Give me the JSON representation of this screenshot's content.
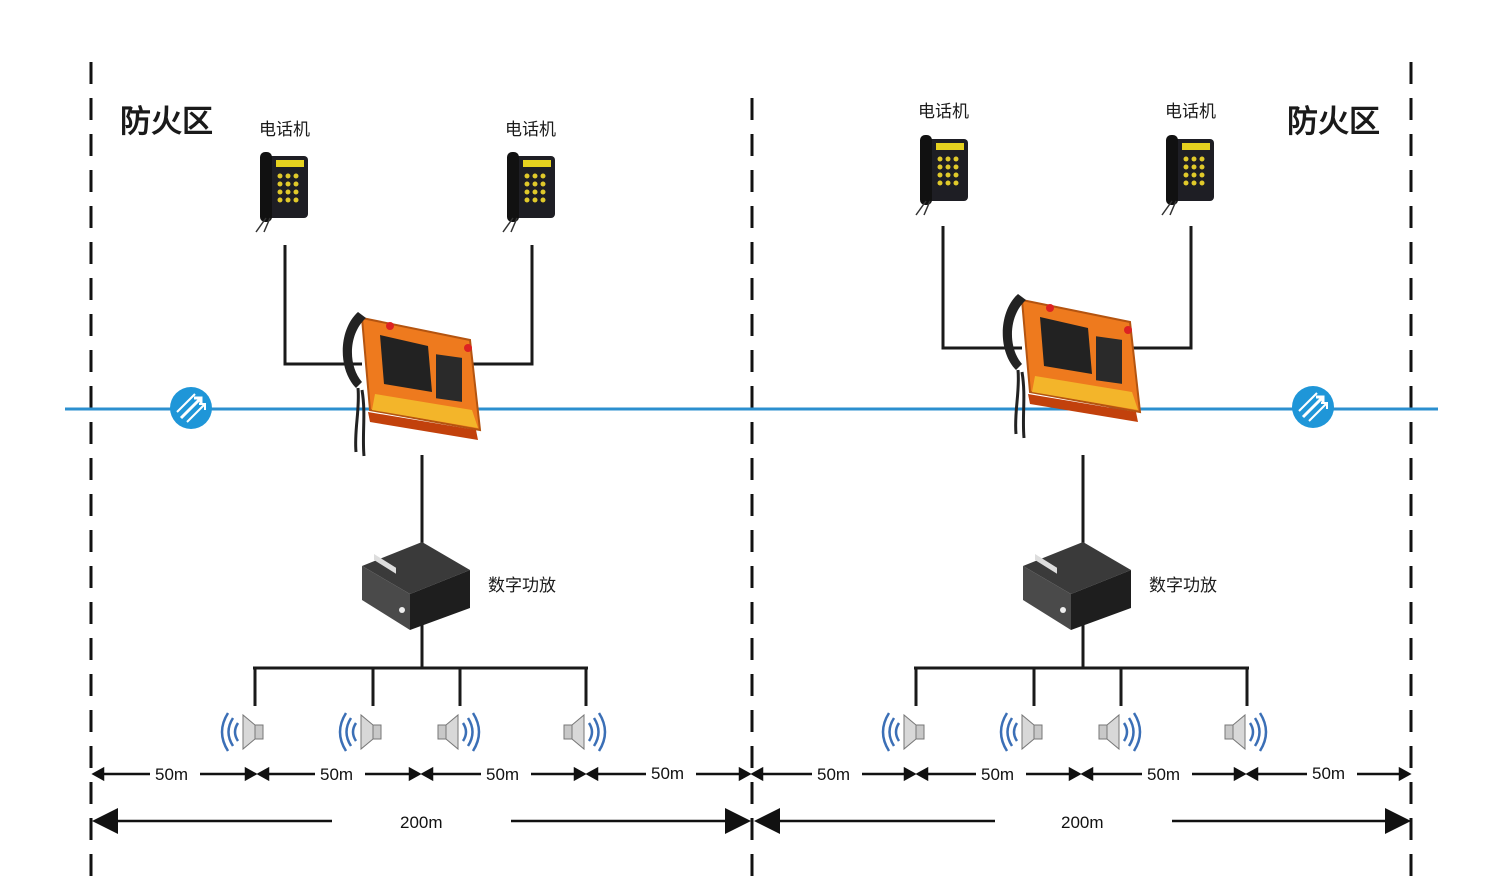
{
  "zones": [
    {
      "label": "防火区",
      "phones": [
        "电话机",
        "电话机"
      ],
      "amp_label": "数字功放",
      "gaps": [
        "50m",
        "50m",
        "50m",
        "50m"
      ],
      "total": "200m"
    },
    {
      "label": "防火区",
      "phones": [
        "电话机",
        "电话机"
      ],
      "amp_label": "数字功放",
      "gaps": [
        "50m",
        "50m",
        "50m",
        "50m"
      ],
      "total": "200m"
    }
  ],
  "colors": {
    "bus_line": "#2b8fcf",
    "connector": "#1a1a1a",
    "console_orange": "#ee7a1e",
    "speaker_wave": "#3b6fb6",
    "network_node": "#1f96d8"
  },
  "icons": [
    "telephone-icon",
    "emergency-console-icon",
    "amplifier-icon",
    "speaker-icon",
    "network-node-icon"
  ]
}
